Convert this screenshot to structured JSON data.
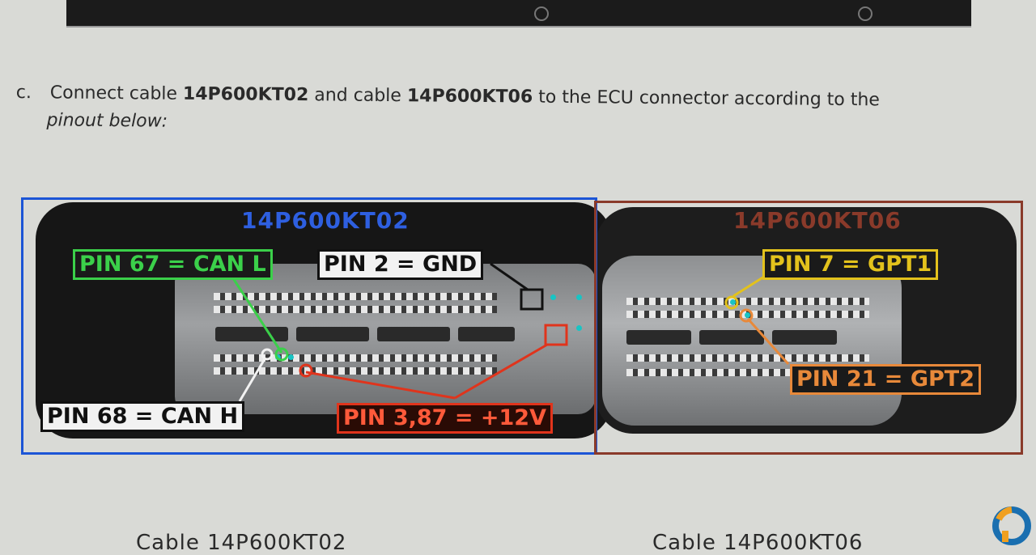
{
  "instruction": {
    "step": "c.",
    "text_a": "Connect cable ",
    "cable_a": "14P600KT02",
    "text_b": " and cable ",
    "cable_b": "14P600KT06",
    "text_c": " to the ECU connector according to the",
    "line2": "pinout below:"
  },
  "figure": {
    "connector_left_title": "14P600KT02",
    "connector_right_title": "14P600KT06",
    "labels": {
      "can_l": "PIN 67 = CAN L",
      "gnd": "PIN 2 = GND",
      "gpt1": "PIN 7 = GPT1",
      "gpt2": "PIN 21 = GPT2",
      "can_h": "PIN 68 = CAN H",
      "power": "PIN 3,87 = +12V"
    },
    "colors": {
      "can_l": "#3bd04a",
      "gpt1": "#e3c21c",
      "gpt2": "#e8893a",
      "power": "#e0341c",
      "box_left": "#1c55d6",
      "box_right": "#8a3a2a"
    }
  },
  "captions": {
    "left": "Cable 14P600KT02",
    "right": "Cable 14P600KT06"
  }
}
